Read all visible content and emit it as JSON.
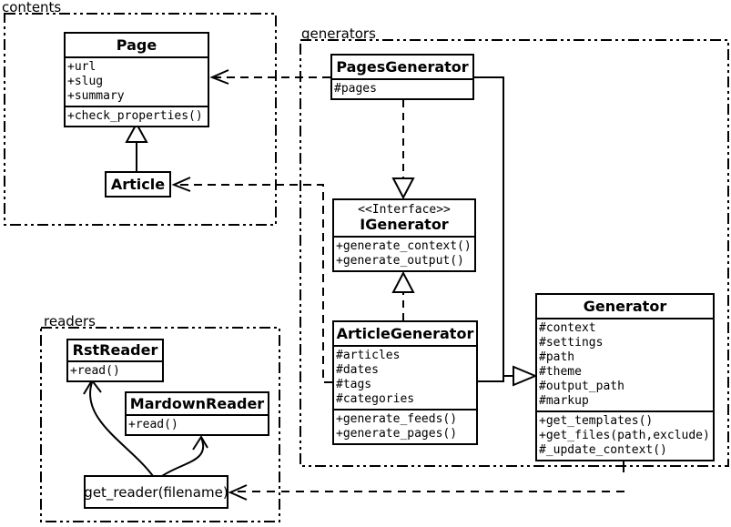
{
  "packages": {
    "contents": {
      "label": "contents"
    },
    "generators": {
      "label": "generators"
    },
    "readers": {
      "label": "readers"
    }
  },
  "classes": {
    "page": {
      "name": "Page",
      "attributes": [
        "+url",
        "+slug",
        "+summary"
      ],
      "methods": [
        "+check_properties()"
      ]
    },
    "article": {
      "name": "Article"
    },
    "pages_generator": {
      "name": "PagesGenerator",
      "attributes": [
        "#pages"
      ]
    },
    "igenerator": {
      "stereotype": "<<Interface>>",
      "name": "IGenerator",
      "methods": [
        "+generate_context()",
        "+generate_output()"
      ]
    },
    "article_generator": {
      "name": "ArticleGenerator",
      "attributes": [
        "#articles",
        "#dates",
        "#tags",
        "#categories"
      ],
      "methods": [
        "+generate_feeds()",
        "+generate_pages()"
      ]
    },
    "generator": {
      "name": "Generator",
      "attributes": [
        "#context",
        "#settings",
        "#path",
        "#theme",
        "#output_path",
        "#markup"
      ],
      "methods": [
        "+get_templates()",
        "+get_files(path,exclude)",
        "#_update_context()"
      ]
    },
    "rst_reader": {
      "name": "RstReader",
      "methods": [
        "+read()"
      ]
    },
    "mardown_reader": {
      "name": "MardownReader",
      "methods": [
        "+read()"
      ]
    },
    "get_reader": {
      "label": "get_reader(filename)"
    }
  },
  "colors": {
    "line": "#000000",
    "background": "#ffffff",
    "text": "#000000"
  }
}
